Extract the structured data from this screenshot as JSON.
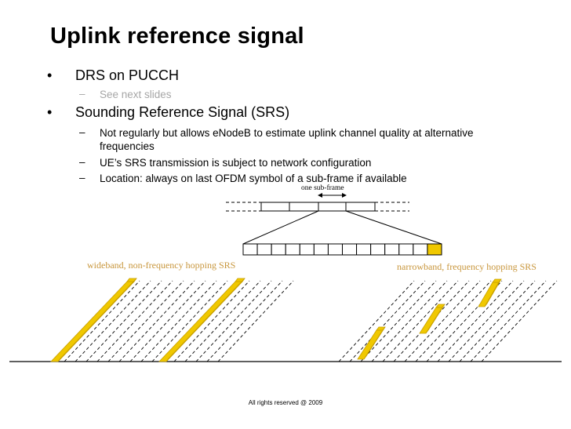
{
  "slide": {
    "title": "Uplink reference signal",
    "bullets": [
      {
        "symbol": "•",
        "text": "DRS on PUCCH",
        "sub": [
          {
            "symbol": "–",
            "text": "See next slides"
          }
        ]
      },
      {
        "symbol": "•",
        "text": "Sounding Reference Signal (SRS)",
        "sub": [
          {
            "symbol": "–",
            "line1": "Not regularly but allows eNodeB to estimate uplink channel quality at alternative",
            "line2": "frequencies"
          },
          {
            "symbol": "–",
            "text": "UE’s SRS transmission is subject to network configuration"
          },
          {
            "symbol": "–",
            "text": "Location: always on last OFDM symbol of a sub-frame if available"
          }
        ]
      }
    ],
    "footer": "All rights reserved @ 2009"
  },
  "diagram": {
    "subframe_label": "one sub-frame",
    "left_label": "wideband, non-frequency hopping SRS",
    "right_label": "narrowband, frequency hopping SRS",
    "colors": {
      "srs_fill": "#f0c800",
      "srs_side": "#c8a000",
      "label_orange": "#c8963c",
      "highlight_cell": "#f0c800"
    },
    "symbols_per_subframe": 14,
    "srs_symbol_index": 13
  }
}
